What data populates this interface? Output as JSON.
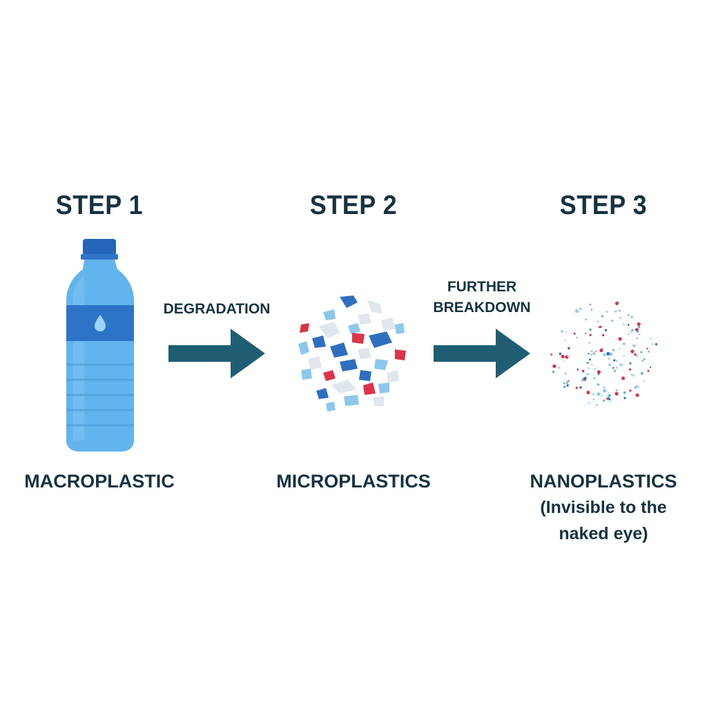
{
  "steps": [
    {
      "title": "STEP 1",
      "label_lines": [
        "MACROPLASTIC"
      ]
    },
    {
      "title": "STEP 2",
      "label_lines": [
        "MICROPLASTICS"
      ]
    },
    {
      "title": "STEP 3",
      "label_lines": [
        "NANOPLASTICS",
        "(Invisible to the",
        "naked eye)"
      ]
    }
  ],
  "arrows": [
    {
      "label_lines": [
        "DEGRADATION"
      ]
    },
    {
      "label_lines": [
        "FURTHER",
        "BREAKDOWN"
      ]
    }
  ],
  "icons": {
    "bottle": "water-bottle-icon",
    "fragments": "microplastic-fragments-icon",
    "particles": "nanoplastic-particles-icon"
  },
  "colors": {
    "text": "#17323f",
    "arrow": "#1f5e72",
    "bottle_light": "#5fb2ea",
    "bottle_band": "#2d73c8",
    "cap": "#2465b8",
    "fragment_blue": "#2f6fc0",
    "fragment_light": "#8ec7ec",
    "fragment_red": "#d9344a",
    "fragment_gray": "#dfe6ec"
  }
}
